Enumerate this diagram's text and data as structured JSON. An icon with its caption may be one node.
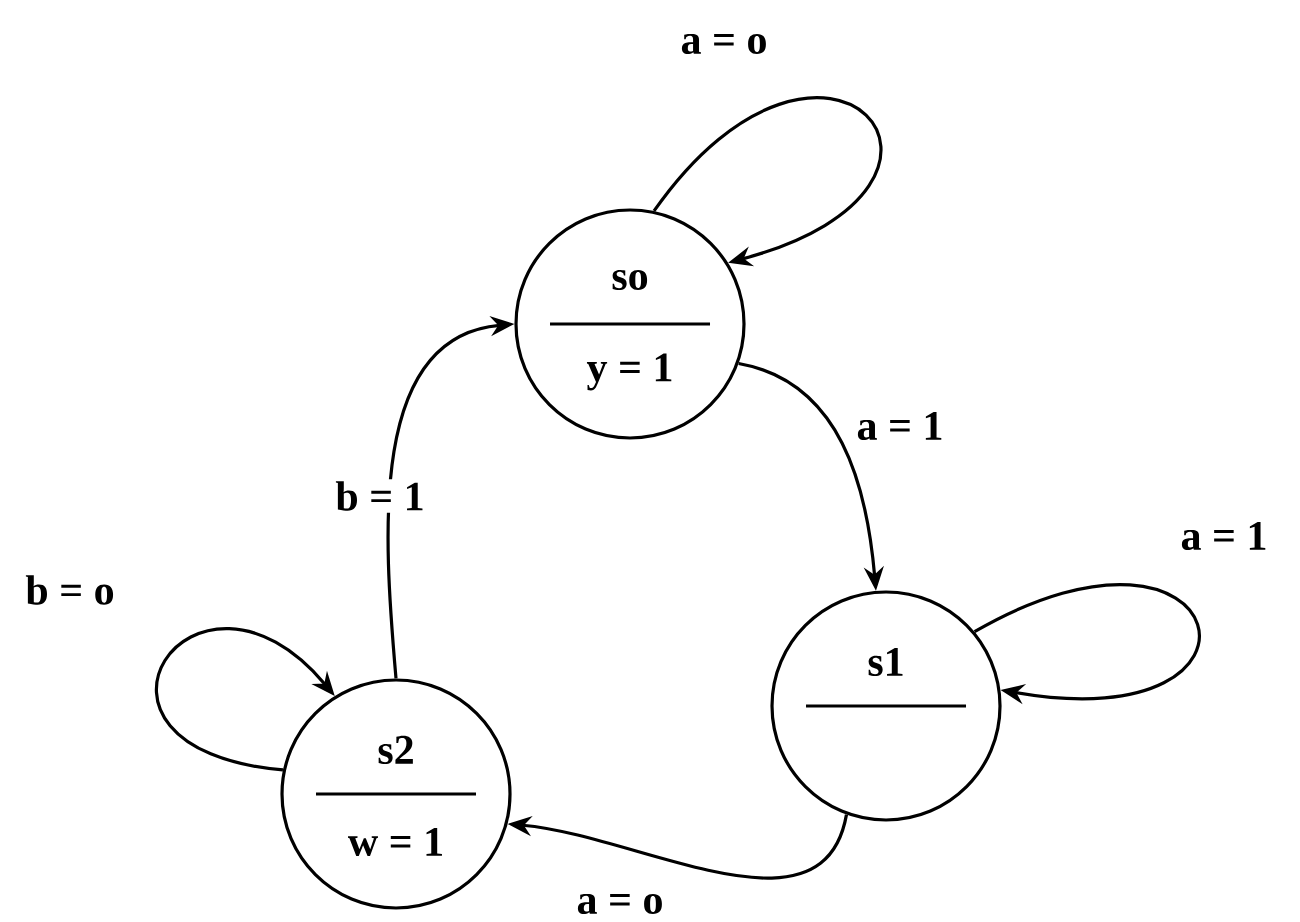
{
  "diagram": {
    "nodes": [
      {
        "text": [
          "so",
          "y = 1"
        ]
      },
      {
        "text": [
          "s1"
        ]
      },
      {
        "text": [
          "s2",
          "w = 1"
        ]
      }
    ],
    "edges": [
      {
        "from": 0,
        "to": 0,
        "arrow": "to",
        "label": "a = o"
      },
      {
        "from": 0,
        "to": 1,
        "arrow": "to",
        "label": "a = 1"
      },
      {
        "from": 1,
        "to": 1,
        "arrow": "to",
        "label": "a = 1"
      },
      {
        "from": 1,
        "to": 2,
        "arrow": "to",
        "label": "a = o"
      },
      {
        "from": 2,
        "to": 0,
        "arrow": "to",
        "label": "b = 1"
      },
      {
        "from": 2,
        "to": 2,
        "arrow": "to",
        "label": "b = o"
      }
    ]
  }
}
